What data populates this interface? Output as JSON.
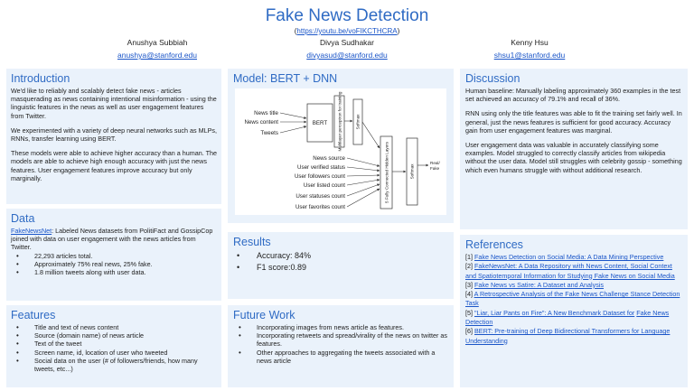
{
  "header": {
    "title": "Fake News Detection",
    "video_prefix": "(",
    "video_link": "https://youtu.be/voFIKCTHCRA",
    "video_suffix": ")",
    "authors": [
      {
        "name": "Anushya Subbiah",
        "email": "anushya@stanford.edu"
      },
      {
        "name": "Divya Sudhakar",
        "email": "divyasud@stanford.edu"
      },
      {
        "name": "Kenny Hsu",
        "email": "shsu1@stanford.edu"
      }
    ]
  },
  "introduction": {
    "heading": "Introduction",
    "paragraphs": [
      "We'd like to reliably and scalably detect fake news - articles masquerading as news containing intentional misinformation - using the linguistic features in the news as well as user engagement features from Twitter.",
      "We experimented with a variety of deep neural networks such as MLPs, RNNs, transfer learning using BERT.",
      "These models were able to achieve higher accuracy than a human. The models are able to achieve high enough accuracy with just the news features. User engagement features improve accuracy but only marginally."
    ]
  },
  "data": {
    "heading": "Data",
    "link": "FakeNewsNet",
    "text": ": Labeled News datasets from PolitiFact and GossipCop joined with data on user engagement with the news articles from Twitter.",
    "bullets": [
      "22,293 articles total.",
      "Approximately 75% real news, 25% fake.",
      "1.8 million tweets along with user data."
    ]
  },
  "features": {
    "heading": "Features",
    "bullets": [
      "Title and text of news content",
      "Source (domain name) of news article",
      "Text of the tweet",
      "Screen name, id, location of user who tweeted",
      "Social data on the user (# of followers/friends, how many tweets, etc...)"
    ]
  },
  "model": {
    "heading": "Model: BERT + DNN",
    "diagram": {
      "inputs_top": [
        "News title",
        "News content",
        "Tweets"
      ],
      "bert": "BERT",
      "multilayer": "Multilayer perceptron for training",
      "softmax_small": "Softmax",
      "inputs_bottom": [
        "News source",
        "User verified status",
        "User followers count",
        "User listed count",
        "User statuses count",
        "User favorites count"
      ],
      "hidden": "5 Fully Connected Hidden Layers",
      "softmax_big": "Softmax",
      "output_1": "Real/",
      "output_2": "Fake"
    }
  },
  "results": {
    "heading": "Results",
    "bullets": [
      "Accuracy: 84%",
      "F1 score:0.89"
    ]
  },
  "future": {
    "heading": "Future Work",
    "bullets": [
      "Incorporating images from news article as features.",
      "Incorporating retweets and spread/virality of the news on twitter as features.",
      "Other approaches to aggregating the tweets associated with a news article"
    ]
  },
  "discussion": {
    "heading": "Discussion",
    "paragraphs": [
      "Human baseline: Manually labeling  approximately 360 examples in the test set achieved  an accuracy of 79.1% and recall of 36%.",
      "RNN using only the title features was able to fit the training set fairly well. In general, just the news features is sufficient for good accuracy. Accuracy gain from user engagement features was marginal.",
      "User engagement data was valuable in accurately classifying some examples. Model struggled to correctly classify articles from wikipedia without the user data. Model still struggles with celebrity gossip - something which even humans struggle with without additional research."
    ]
  },
  "references": {
    "heading": "References",
    "items": [
      {
        "num": "[1] ",
        "link": "Fake News Detection on Social Media: A Data Mining Perspective",
        "after": ""
      },
      {
        "num": "[2] ",
        "link": "FakeNewsNet: A Data Repository with News Content, Social Context and Spatiotemporal Information for Studying Fake News on Social Media",
        "after": ""
      },
      {
        "num": "[3] ",
        "link": "Fake News vs Satire: A Dataset and Analysis",
        "after": ""
      },
      {
        "num": "[4] ",
        "link": "A Retrospective Analysis of the Fake News Challenge Stance Detection Task",
        "after": ""
      },
      {
        "num": "[5] ",
        "link": "\"Liar, Liar Pants on Fire\": A New Benchmark Dataset for",
        "after": " ",
        "link2": "Fake News Detection"
      },
      {
        "num": "[6] ",
        "link": "BERT: Pre-training of Deep Bidirectional Transformers for Language Understanding",
        "after": ""
      }
    ]
  }
}
